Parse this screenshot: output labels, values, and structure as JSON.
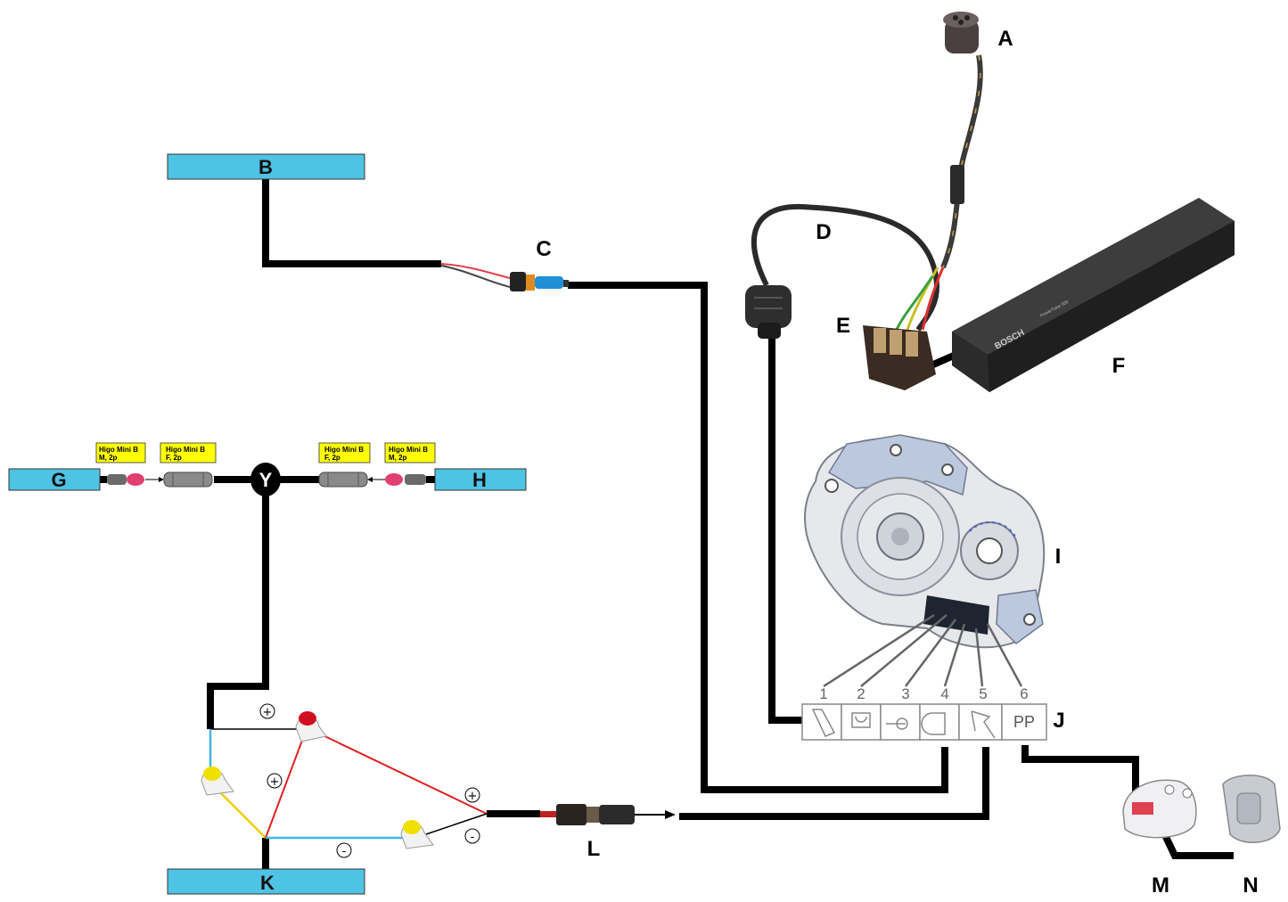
{
  "components": {
    "A": "A",
    "B": "B",
    "C": "C",
    "D": "D",
    "E": "E",
    "F": "F",
    "G": "G",
    "H": "H",
    "I": "I",
    "J": "J",
    "K": "K",
    "L": "L",
    "M": "M",
    "N": "N",
    "Y": "Y"
  },
  "connector_tags": [
    {
      "line1": "Higo Mini B",
      "line2": "M, 2p"
    },
    {
      "line1": "Higo Mini B",
      "line2": "F, 2p"
    },
    {
      "line1": "Higo Mini B",
      "line2": "F, 2p"
    },
    {
      "line1": "Higo Mini B",
      "line2": "M, 2p"
    }
  ],
  "pin_numbers": [
    "1",
    "2",
    "3",
    "4",
    "5",
    "6"
  ],
  "pp_label": "PP",
  "battery_text": {
    "brand": "BOSCH",
    "model": "PowerTube 500"
  },
  "polarity": {
    "plus": "+",
    "minus": "-"
  },
  "colors": {
    "bar": "#4fc3e3",
    "cable": "#000000",
    "tag": "#ffff00",
    "red_wire": "#e02020",
    "yellow_wire": "#e8d000",
    "blue_wire": "#40b8e0"
  }
}
